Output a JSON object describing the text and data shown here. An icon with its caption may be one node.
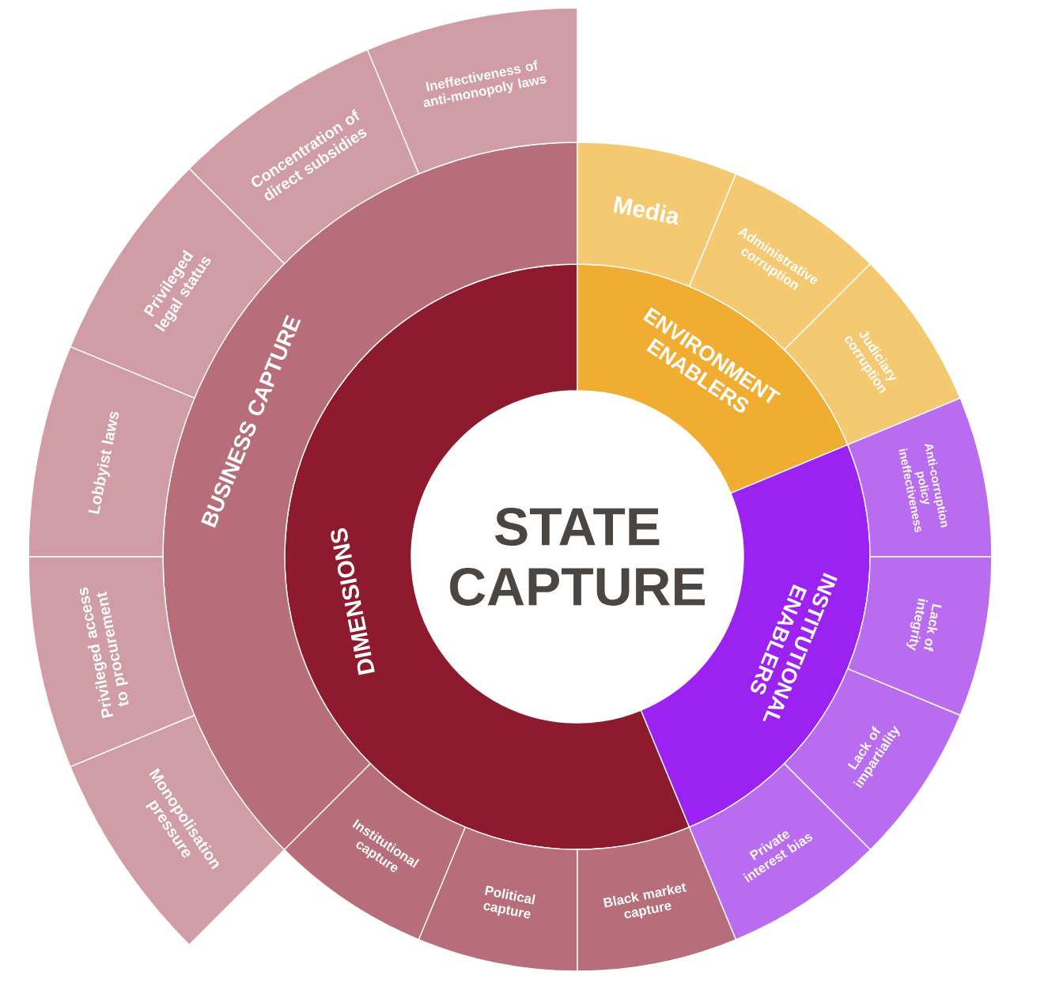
{
  "diagram": {
    "nodes": [
      {
        "text": [
          "STATE CAPTURE"
        ]
      },
      {
        "text": [
          "DIMENSIONS"
        ]
      },
      {
        "text": [
          "ENVIRONMENT ENABLERS"
        ]
      },
      {
        "text": [
          "INSTITUTIONAL ENABLERS"
        ]
      },
      {
        "text": [
          "BUSINESS CAPTURE"
        ]
      },
      {
        "text": [
          "Institutional capture"
        ]
      },
      {
        "text": [
          "Political capture"
        ]
      },
      {
        "text": [
          "Black market capture"
        ]
      },
      {
        "text": [
          "Media"
        ]
      },
      {
        "text": [
          "Administrative corruption"
        ]
      },
      {
        "text": [
          "Judiciary corruption"
        ]
      },
      {
        "text": [
          "Anti-corruption policy ineffectiveness"
        ]
      },
      {
        "text": [
          "Lack of integrity"
        ]
      },
      {
        "text": [
          "Lack of impartiality"
        ]
      },
      {
        "text": [
          "Private interest bias"
        ]
      },
      {
        "text": [
          "Ineffectiveness of anti-monopoly laws"
        ]
      },
      {
        "text": [
          "Concentration of direct subsidies"
        ]
      },
      {
        "text": [
          "Privileged legal status"
        ]
      },
      {
        "text": [
          "Lobbyist laws"
        ]
      },
      {
        "text": [
          "Privileged access to procurement"
        ]
      },
      {
        "text": [
          "Monopolisation pressure"
        ]
      }
    ]
  }
}
